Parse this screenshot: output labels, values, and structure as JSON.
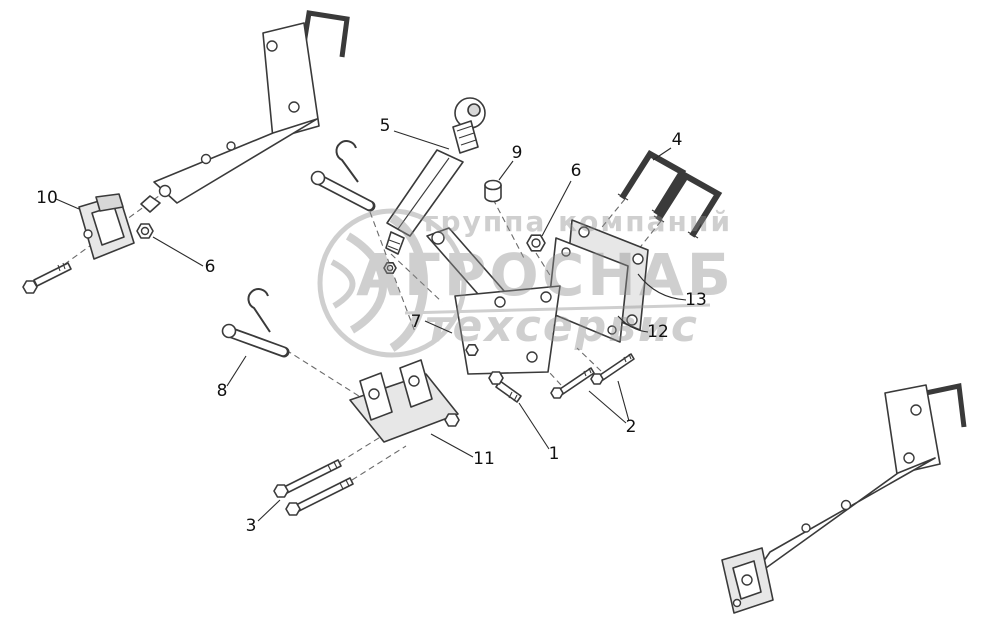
{
  "diagram": {
    "callouts": [
      {
        "label": "10"
      },
      {
        "label": "6"
      },
      {
        "label": "8"
      },
      {
        "label": "3"
      },
      {
        "label": "5"
      },
      {
        "label": "7"
      },
      {
        "label": "11"
      },
      {
        "label": "9"
      },
      {
        "label": "1"
      },
      {
        "label": "6"
      },
      {
        "label": "2"
      },
      {
        "label": "4"
      },
      {
        "label": "13"
      },
      {
        "label": "12"
      }
    ],
    "watermark": {
      "line1": "группа компаний",
      "line2": "АГРОСНАБ",
      "line3": "техсервис"
    },
    "colors": {
      "line": "#3a3a3a",
      "watermark": "#8f8f8f"
    }
  }
}
